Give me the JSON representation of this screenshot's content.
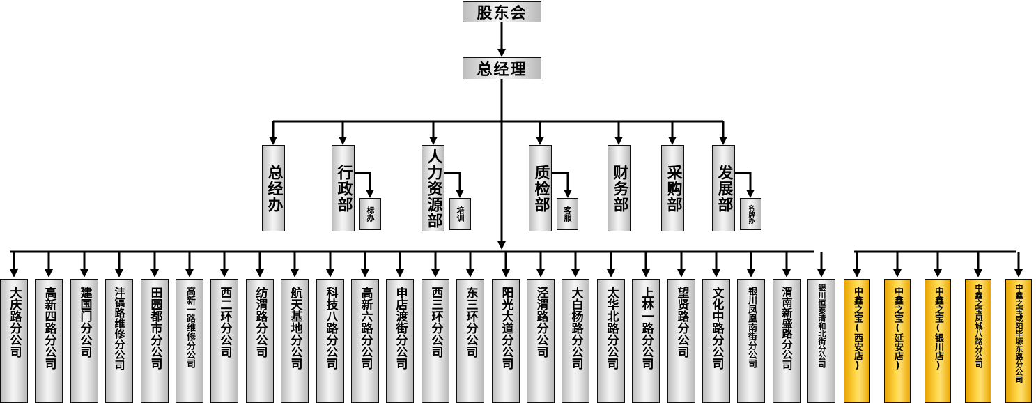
{
  "top": {
    "shareholders": "股东会",
    "general_manager": "总经理"
  },
  "departments": [
    {
      "name": "总经办",
      "sub": ""
    },
    {
      "name": "行政部",
      "sub": "标办"
    },
    {
      "name": "人力资源部",
      "sub": "培训"
    },
    {
      "name": "质检部",
      "sub": "客服"
    },
    {
      "name": "财务部",
      "sub": ""
    },
    {
      "name": "采购部",
      "sub": ""
    },
    {
      "name": "发展部",
      "sub": "名牌办"
    }
  ],
  "branches": [
    "大庆路分公司",
    "高新四路分公司",
    "建国门分公司",
    "沣镐路维修分公司",
    "田园都市分公司",
    "高新一路维修分公司",
    "西二环分公司",
    "纺渭路分公司",
    "航天基地分公司",
    "科技八路分公司",
    "高新六路分公司",
    "申店渡街分公司",
    "西三环分公司",
    "东三环分公司",
    "阳光大道分公司",
    "泾渭路分公司",
    "大白杨路分公司",
    "太华北路分公司",
    "上林一路分公司",
    "望贤路分公司",
    "文化中路分公司",
    "银川凤凰南街分公司",
    "渭南新盛路分公司",
    "银川恒泰清和北街分公司"
  ],
  "stores": [
    "中鑫之宝(西安店)",
    "中鑫之宝(延安店)",
    "中鑫之宝(银川店)",
    "中鑫之宝凤城八路分公司",
    "中鑫之宝咸阳毕塬东路分公司"
  ]
}
